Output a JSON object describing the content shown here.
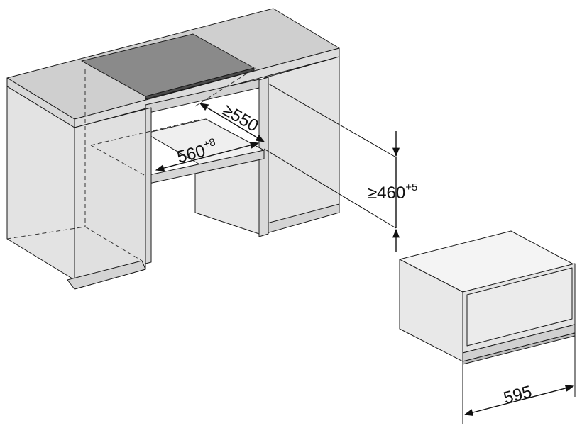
{
  "diagram": {
    "colors": {
      "outline": "#1a1a1a",
      "cabinet_side": "#e3e3e3",
      "cabinet_top": "#cfcfcf",
      "cabinet_edge": "#d8d8d8",
      "cooktop": "#8a8a8a",
      "cooktop_dark": "#4a4a4a",
      "appliance_front": "#e8e8e8",
      "appliance_top": "#f4f4f4",
      "appliance_band": "#d0d0d0"
    },
    "dimensions": {
      "depth": {
        "symbol": "≥",
        "value": "550"
      },
      "width": {
        "value": "560",
        "tolerance": "+8"
      },
      "height": {
        "symbol": "≥",
        "value": "460",
        "tolerance": "+5"
      },
      "appliance_width": {
        "value": "595"
      }
    }
  }
}
